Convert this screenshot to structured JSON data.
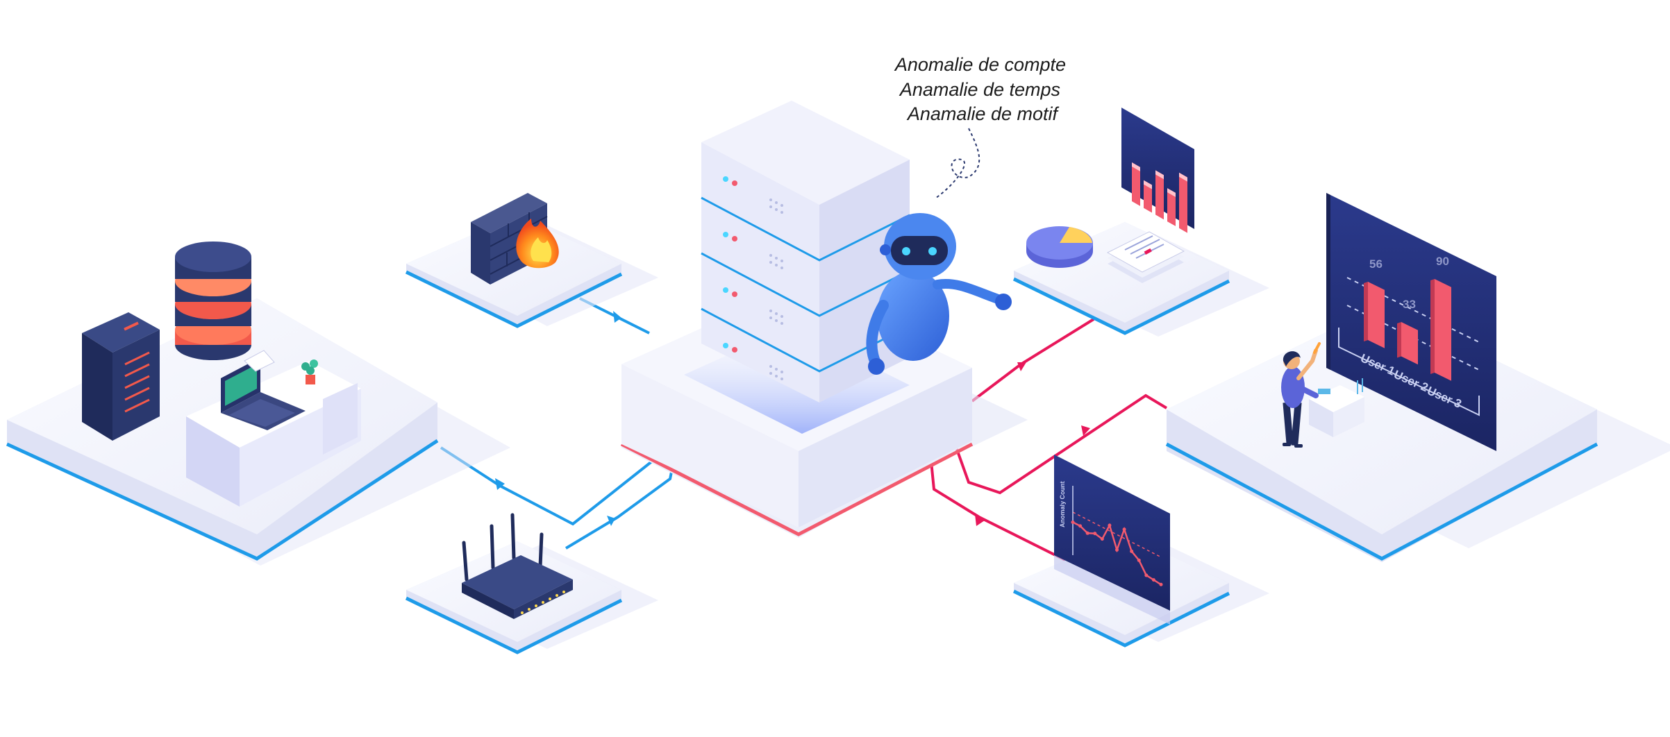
{
  "annotations": {
    "line1": "Anomalie de compte",
    "line2": "Anamalie de temps",
    "line3": "Anamalie de motif"
  },
  "colors": {
    "platform_top": "#f1f2fb",
    "platform_side": "#dfe2f5",
    "edge_blue": "#1e9be9",
    "edge_red": "#f25a6e",
    "link_blue": "#1e9be9",
    "link_red": "#e8175a",
    "navy": "#23306d",
    "robot": "#3f7be8"
  },
  "icons": {
    "firewall": "brick-wall-fire-icon",
    "database": "database-stack-icon",
    "server": "server-rack-icon",
    "laptop": "laptop-icon",
    "router": "wifi-router-icon",
    "ai": "robot-icon",
    "user": "analyst-person-icon"
  },
  "chart_data": [
    {
      "type": "bar",
      "categories": [
        "User 1",
        "User 2",
        "User 3"
      ],
      "values": [
        56,
        33,
        90
      ],
      "ylabel": "",
      "xlabel": ""
    },
    {
      "type": "line",
      "ylabel": "Anomaly Count",
      "series": [
        {
          "values": [
            3,
            3,
            2.6,
            3,
            2.8,
            4.8,
            2.4,
            5.2,
            3.1,
            2.5,
            1.2,
            1.1,
            1.0
          ]
        }
      ]
    },
    {
      "type": "bar",
      "values": [
        7,
        5,
        8,
        6,
        10
      ],
      "ylabel": "",
      "xlabel": ""
    }
  ]
}
